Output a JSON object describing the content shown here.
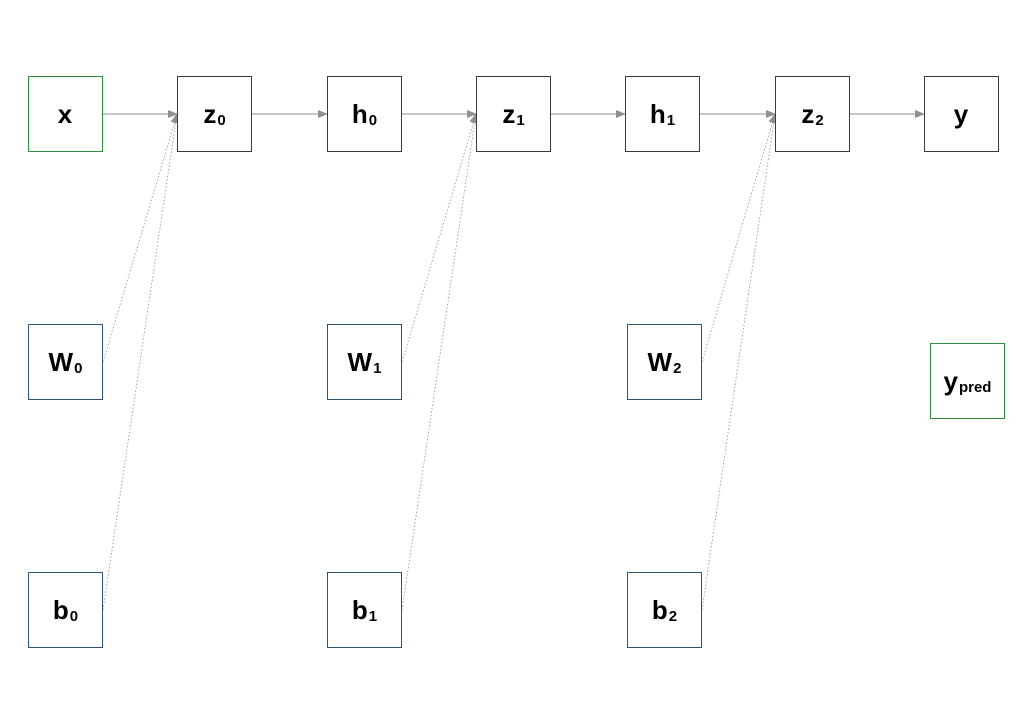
{
  "nodes": {
    "x": {
      "main": "x",
      "sub": ""
    },
    "z0": {
      "main": "z",
      "sub": "0"
    },
    "h0": {
      "main": "h",
      "sub": "0"
    },
    "z1": {
      "main": "z",
      "sub": "1"
    },
    "h1": {
      "main": "h",
      "sub": "1"
    },
    "z2": {
      "main": "z",
      "sub": "2"
    },
    "y": {
      "main": "y",
      "sub": ""
    },
    "W0": {
      "main": "W",
      "sub": "0"
    },
    "W1": {
      "main": "W",
      "sub": "1"
    },
    "W2": {
      "main": "W",
      "sub": "2"
    },
    "b0": {
      "main": "b",
      "sub": "0"
    },
    "b1": {
      "main": "b",
      "sub": "1"
    },
    "b2": {
      "main": "b",
      "sub": "2"
    },
    "ypred": {
      "main": "y",
      "sub": "pred"
    }
  },
  "edges": [
    {
      "from": "x",
      "to": "z0",
      "style": "solid"
    },
    {
      "from": "z0",
      "to": "h0",
      "style": "solid"
    },
    {
      "from": "h0",
      "to": "z1",
      "style": "solid"
    },
    {
      "from": "z1",
      "to": "h1",
      "style": "solid"
    },
    {
      "from": "h1",
      "to": "z2",
      "style": "solid"
    },
    {
      "from": "z2",
      "to": "y",
      "style": "solid"
    },
    {
      "from": "W0",
      "to": "z0",
      "style": "dotted"
    },
    {
      "from": "b0",
      "to": "z0",
      "style": "dotted"
    },
    {
      "from": "W1",
      "to": "z1",
      "style": "dotted"
    },
    {
      "from": "b1",
      "to": "z1",
      "style": "dotted"
    },
    {
      "from": "W2",
      "to": "z2",
      "style": "dotted"
    },
    {
      "from": "b2",
      "to": "z2",
      "style": "dotted"
    }
  ],
  "colors": {
    "input_border": "#2f8f3f",
    "op_border": "#3b3b3b",
    "param_border": "#2e5577",
    "arrow": "#909090"
  }
}
